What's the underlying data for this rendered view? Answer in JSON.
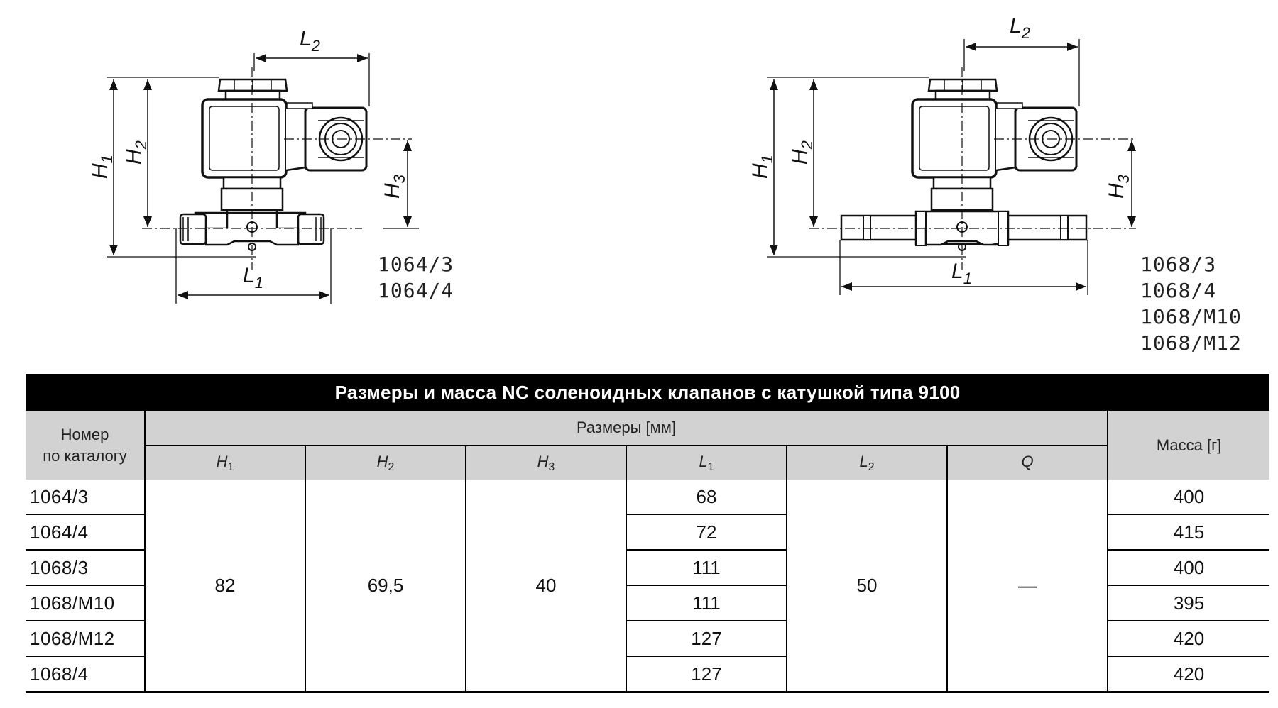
{
  "drawings": {
    "left": {
      "labels": {
        "L2": "L",
        "L2_sub": "2",
        "L1": "L",
        "L1_sub": "1",
        "H1": "H",
        "H1_sub": "1",
        "H2": "H",
        "H2_sub": "2",
        "H3": "H",
        "H3_sub": "3"
      },
      "models": [
        "1064/3",
        "1064/4"
      ]
    },
    "right": {
      "labels": {
        "L2": "L",
        "L2_sub": "2",
        "L1": "L",
        "L1_sub": "1",
        "H1": "H",
        "H1_sub": "1",
        "H2": "H",
        "H2_sub": "2",
        "H3": "H",
        "H3_sub": "3"
      },
      "models": [
        "1068/3",
        "1068/4",
        "1068/M10",
        "1068/M12"
      ]
    }
  },
  "table": {
    "title": "Размеры и масса NC соленоидных клапанов с катушкой типа 9100",
    "col_catalog": "Номер\nпо каталогу",
    "col_dimensions": "Размеры [мм]",
    "col_mass": "Масса [г]",
    "sub_headers": [
      {
        "main": "H",
        "sub": "1"
      },
      {
        "main": "H",
        "sub": "2"
      },
      {
        "main": "H",
        "sub": "3"
      },
      {
        "main": "L",
        "sub": "1"
      },
      {
        "main": "L",
        "sub": "2"
      },
      {
        "main": "Q",
        "sub": ""
      }
    ],
    "merged": {
      "H1": "82",
      "H2": "69,5",
      "H3": "40",
      "L2": "50",
      "Q": "—"
    },
    "rows": [
      {
        "model": "1064/3",
        "L1": "68",
        "mass": "400"
      },
      {
        "model": "1064/4",
        "L1": "72",
        "mass": "415"
      },
      {
        "model": "1068/3",
        "L1": "111",
        "mass": "400"
      },
      {
        "model": "1068/M10",
        "L1": "111",
        "mass": "395"
      },
      {
        "model": "1068/M12",
        "L1": "127",
        "mass": "420"
      },
      {
        "model": "1068/4",
        "L1": "127",
        "mass": "420"
      }
    ]
  }
}
